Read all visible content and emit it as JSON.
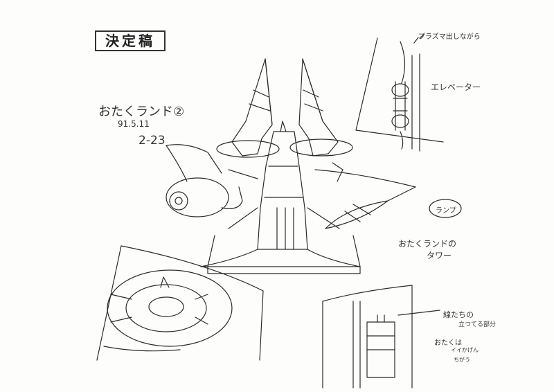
{
  "sheet": {
    "stamp": "決定稿",
    "title": "おたくランド②",
    "date": "91.5.11",
    "code": "2-23"
  },
  "annotations": {
    "plasma": "プラズマ出しながら",
    "elevator": "エレベーター",
    "lamp_circle": "ランプ",
    "tower_label_1": "おたくランドの",
    "tower_label_2": "タワー",
    "detail_1": "線たちの",
    "detail_2": "立つてる部分",
    "detail_3": "おたくは",
    "detail_4": "イイかげん",
    "detail_5": "ちがう"
  }
}
